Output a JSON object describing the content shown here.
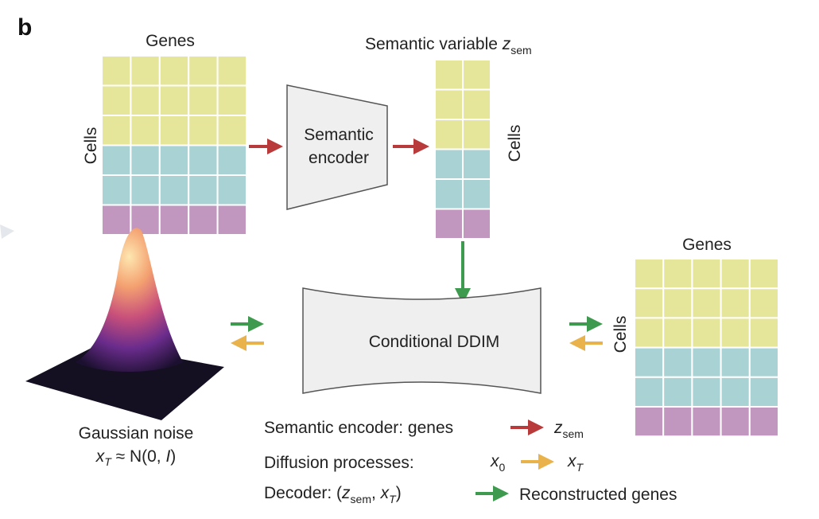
{
  "panel_label": "b",
  "matrix_top": {
    "col_title": "Genes",
    "row_title": "Cells",
    "cols": 5,
    "row_colors": [
      "yellow",
      "yellow",
      "yellow",
      "teal",
      "teal",
      "purple"
    ]
  },
  "semantic_encoder": {
    "line1": "Semantic",
    "line2": "encoder"
  },
  "latent": {
    "title_main": "Semantic variable ",
    "title_var": "z",
    "title_sub": "sem",
    "row_title": "Cells",
    "cols": 2,
    "row_colors": [
      "yellow",
      "yellow",
      "yellow",
      "teal",
      "teal",
      "purple"
    ]
  },
  "ddim": {
    "label": "Conditional DDIM"
  },
  "matrix_out": {
    "col_title": "Genes",
    "row_title": "Cells",
    "cols": 5,
    "row_colors": [
      "yellow",
      "yellow",
      "yellow",
      "teal",
      "teal",
      "purple"
    ]
  },
  "noise": {
    "caption1": "Gaussian noise",
    "formula_x": "x",
    "formula_sub": "T",
    "formula_rest": " ≈ N(0, ",
    "formula_I": "I",
    "formula_end": ")"
  },
  "legend": [
    {
      "text": "Semantic encoder: genes",
      "arrow": "red",
      "target_var": "z",
      "target_sub": "sem"
    },
    {
      "text": "Diffusion processes:",
      "arrow": "orange",
      "from_var": "x",
      "from_sub": "0",
      "target_var": "x",
      "target_sub": "T"
    },
    {
      "text_pre": "Decoder: (",
      "v1": "z",
      "v1_sub": "sem",
      "mid": ", ",
      "v2": "x",
      "v2_sub": "T",
      "text_post": ")",
      "arrow": "green",
      "target_text": "Reconstructed genes"
    }
  ],
  "colors": {
    "yellow": "#e6e69a",
    "teal": "#a8d2d3",
    "purple": "#c196bf",
    "red": "#b83a3a",
    "green": "#3e9a4e",
    "orange": "#e9b24a",
    "shape_fill": "#efefef",
    "shape_stroke": "#555555"
  }
}
